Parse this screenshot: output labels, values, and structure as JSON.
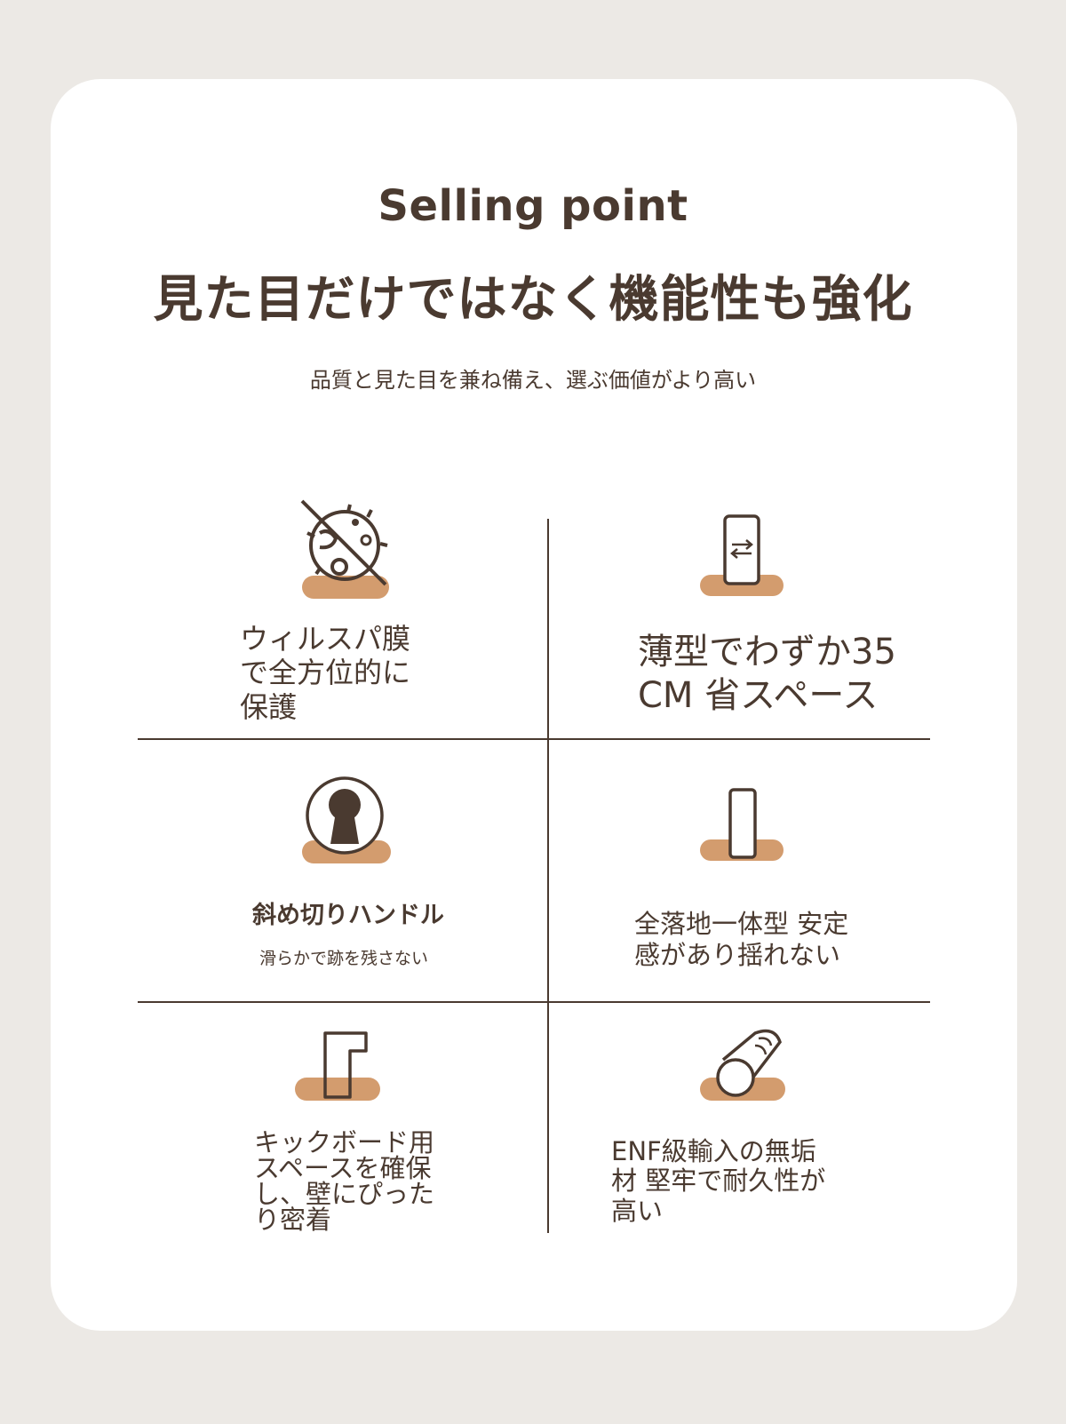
{
  "header": {
    "title": "Selling point",
    "headline": "見た目だけではなく機能性も強化",
    "subline": "品質と見た目を兼ね備え、選ぶ価値がより高い"
  },
  "features": [
    {
      "icon": "virus-blocked-icon",
      "lines": [
        "ウィルスパ膜",
        "で全方位的に",
        "保護"
      ]
    },
    {
      "icon": "thin-swap-icon",
      "lines": [
        "薄型でわずか35",
        "CM 省スペース"
      ]
    },
    {
      "icon": "keyhole-handle-icon",
      "title": "斜め切りハンドル",
      "caption": "滑らかで跡を残さない"
    },
    {
      "icon": "standing-panel-icon",
      "lines": [
        "全落地一体型 安定",
        "感があり揺れない"
      ]
    },
    {
      "icon": "kickboard-icon",
      "lines": [
        "キックボード用",
        "スペースを確保",
        "し、壁にぴった",
        "り密着"
      ]
    },
    {
      "icon": "wood-log-icon",
      "lines": [
        "ENF級輸入の無垢",
        "材 堅牢で耐久性が",
        "高い"
      ]
    }
  ],
  "colors": {
    "text": "#4a3a30",
    "accent": "#d39c6e",
    "card": "#ffffff",
    "background": "#ece9e5"
  }
}
